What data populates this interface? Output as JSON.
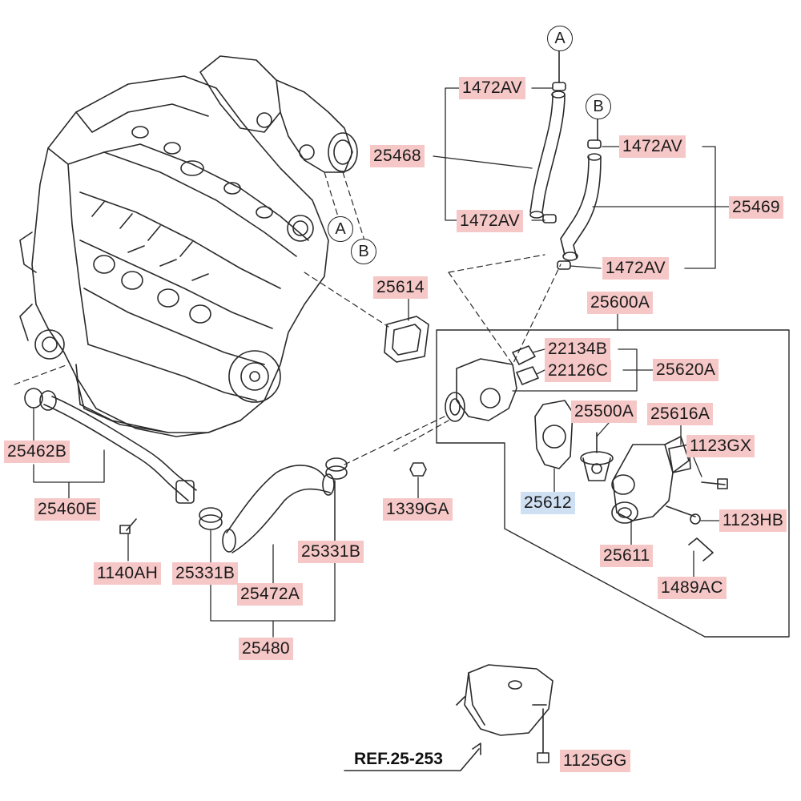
{
  "labels": {
    "l1472AV_a": "1472AV",
    "l25468": "25468",
    "l1472AV_b": "1472AV",
    "l1472AV_c": "1472AV",
    "l25469": "25469",
    "l1472AV_d": "1472AV",
    "l25614": "25614",
    "l25600A": "25600A",
    "l22134B": "22134B",
    "l22126C": "22126C",
    "l25620A": "25620A",
    "l25500A": "25500A",
    "l25616A": "25616A",
    "l1123GX": "1123GX",
    "l25612": "25612",
    "l1123HB": "1123HB",
    "l25611": "25611",
    "l1489AC": "1489AC",
    "l1339GA": "1339GA",
    "l25462B": "25462B",
    "l25460E": "25460E",
    "l1140AH": "1140AH",
    "l25331B_a": "25331B",
    "l25331B_b": "25331B",
    "l25472A": "25472A",
    "l25480": "25480",
    "l1125GG": "1125GG"
  },
  "callouts": {
    "A_top": "A",
    "B_top": "B",
    "A_engine": "A",
    "B_engine": "B"
  },
  "reference": "REF.25-253",
  "highlight_colors": {
    "part_label": "#f6c7c7",
    "selected_label": "#cfe0f3"
  }
}
